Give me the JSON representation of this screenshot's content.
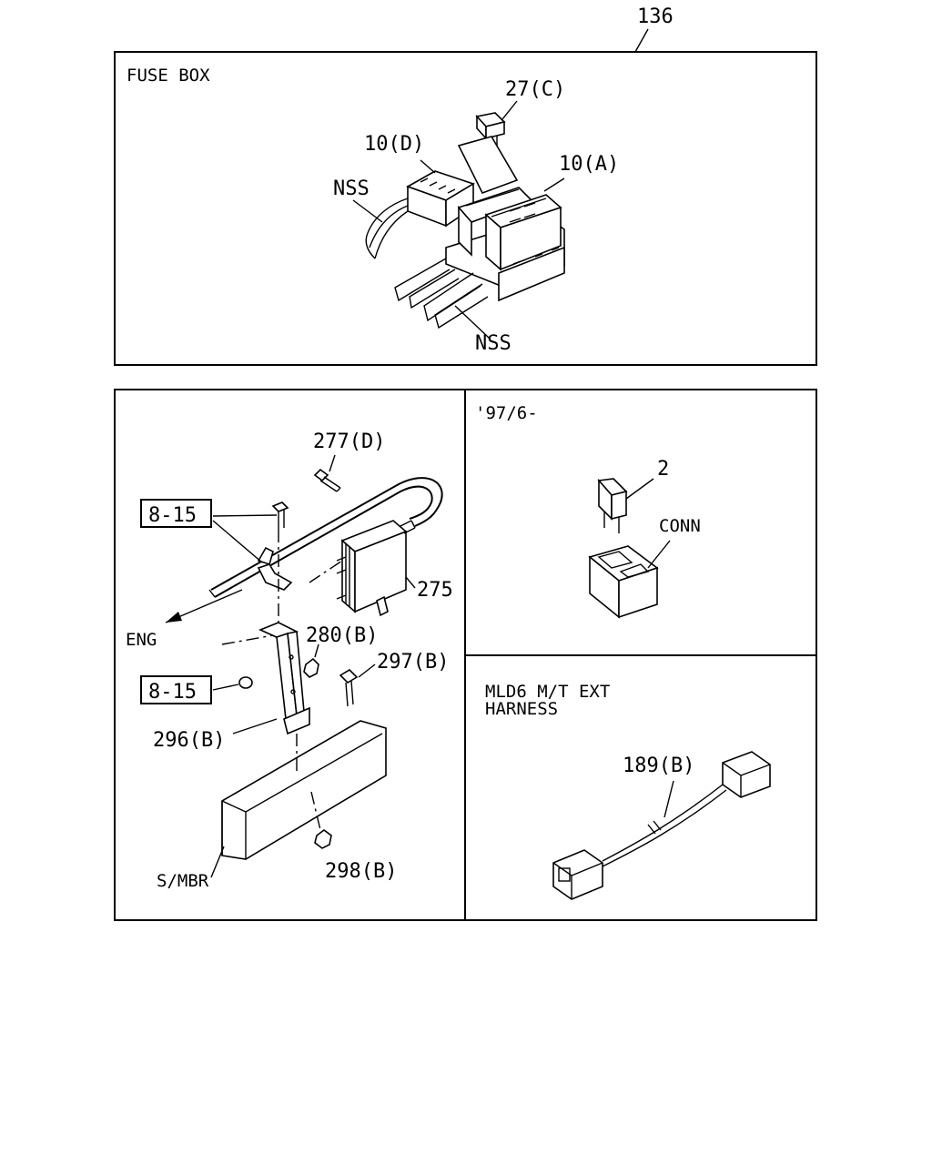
{
  "page_ref": "136",
  "fuse_box": {
    "title": "FUSE BOX",
    "labels": {
      "fuse_27c": "27(C)",
      "block_10d": "10(D)",
      "block_10a": "10(A)",
      "nss_top": "NSS",
      "nss_bottom": "NSS"
    }
  },
  "engine_panel": {
    "labels": {
      "bolt_277d": "277(D)",
      "ref_8_15_top": "8-15",
      "ref_8_15_bottom": "8-15",
      "module_275": "275",
      "eng": "ENG",
      "nut_280b": "280(B)",
      "bolt_297b": "297(B)",
      "bracket_296b": "296(B)",
      "nut_298b": "298(B)",
      "side_member": "S/MBR"
    }
  },
  "conn_panel": {
    "date_note": "'97/6-",
    "labels": {
      "fuse_2": "2",
      "conn": "CONN"
    }
  },
  "harness_panel": {
    "title_line1": "MLD6 M/T EXT",
    "title_line2": "HARNESS",
    "labels": {
      "harness_189b": "189(B)"
    }
  }
}
